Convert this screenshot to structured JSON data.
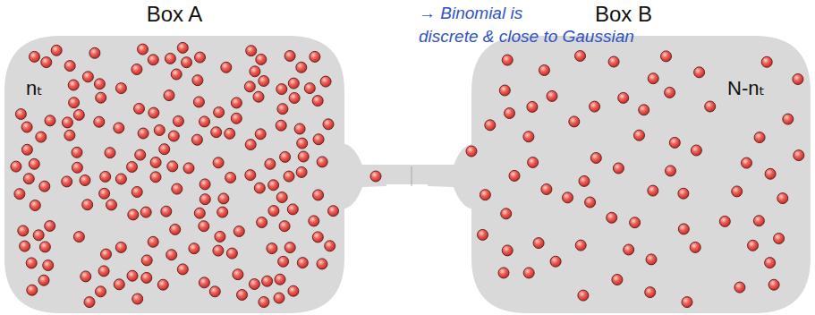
{
  "diagram": {
    "nodes": [
      {
        "text": [
          "Box A",
          "nₜ"
        ]
      },
      {
        "text": [
          "Box B",
          "N-nₜ"
        ]
      }
    ],
    "edges": [
      {
        "from": 0,
        "to": 1,
        "arrow": "none"
      }
    ],
    "labels": [
      "→ Binomial is discrete & close to Gaussian"
    ]
  }
}
